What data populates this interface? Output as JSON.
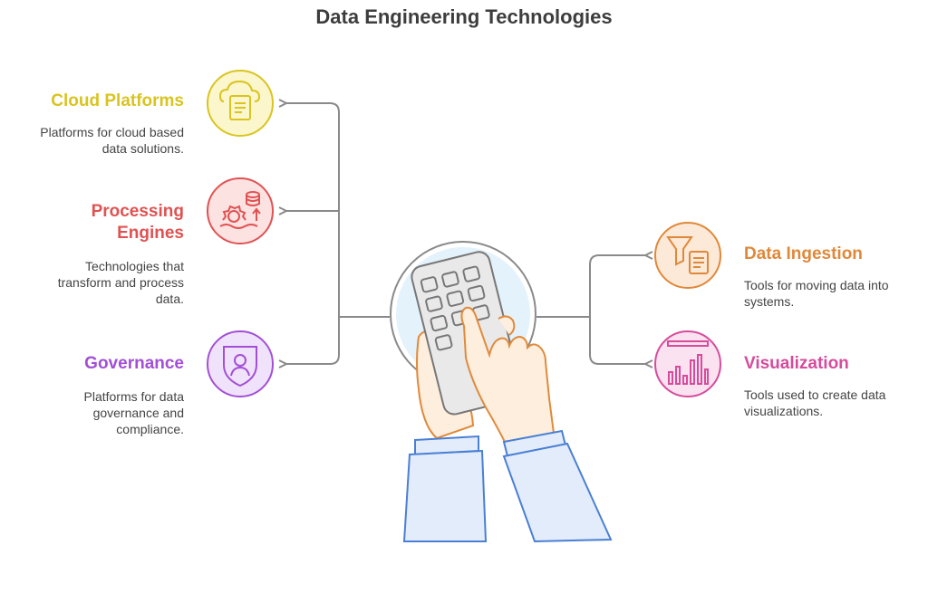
{
  "title": "Data Engineering Technologies",
  "items": [
    {
      "id": "cloud",
      "heading": "Cloud Platforms",
      "desc": "Platforms for cloud based data solutions.",
      "color": "#d9c420",
      "fill": "#fbf6cc",
      "icon": "cloud-document-icon"
    },
    {
      "id": "processing",
      "heading": "Processing Engines",
      "desc": "Technologies that transform and process data.",
      "color": "#e05252",
      "fill": "#fde2e2",
      "icon": "gear-database-icon"
    },
    {
      "id": "governance",
      "heading": "Governance",
      "desc": "Platforms for data governance and compliance.",
      "color": "#a24fd6",
      "fill": "#f1e2fb",
      "icon": "shield-user-icon"
    },
    {
      "id": "ingestion",
      "heading": "Data Ingestion",
      "desc": "Tools for moving data into systems.",
      "color": "#e0883a",
      "fill": "#fde9d8",
      "icon": "funnel-document-icon"
    },
    {
      "id": "visualization",
      "heading": "Visualization",
      "desc": "Tools used to create data visualizations.",
      "color": "#d64b9b",
      "fill": "#fbe2f0",
      "icon": "bar-chart-icon"
    }
  ],
  "colors": {
    "connector": "#8a8a8a",
    "hand_stroke": "#e08a3c",
    "hand_fill": "#fdeedd",
    "sleeve_stroke": "#4a7fd4",
    "sleeve_fill": "#e3ecfb",
    "device_stroke": "#777777",
    "device_fill": "#e9e9e9"
  }
}
